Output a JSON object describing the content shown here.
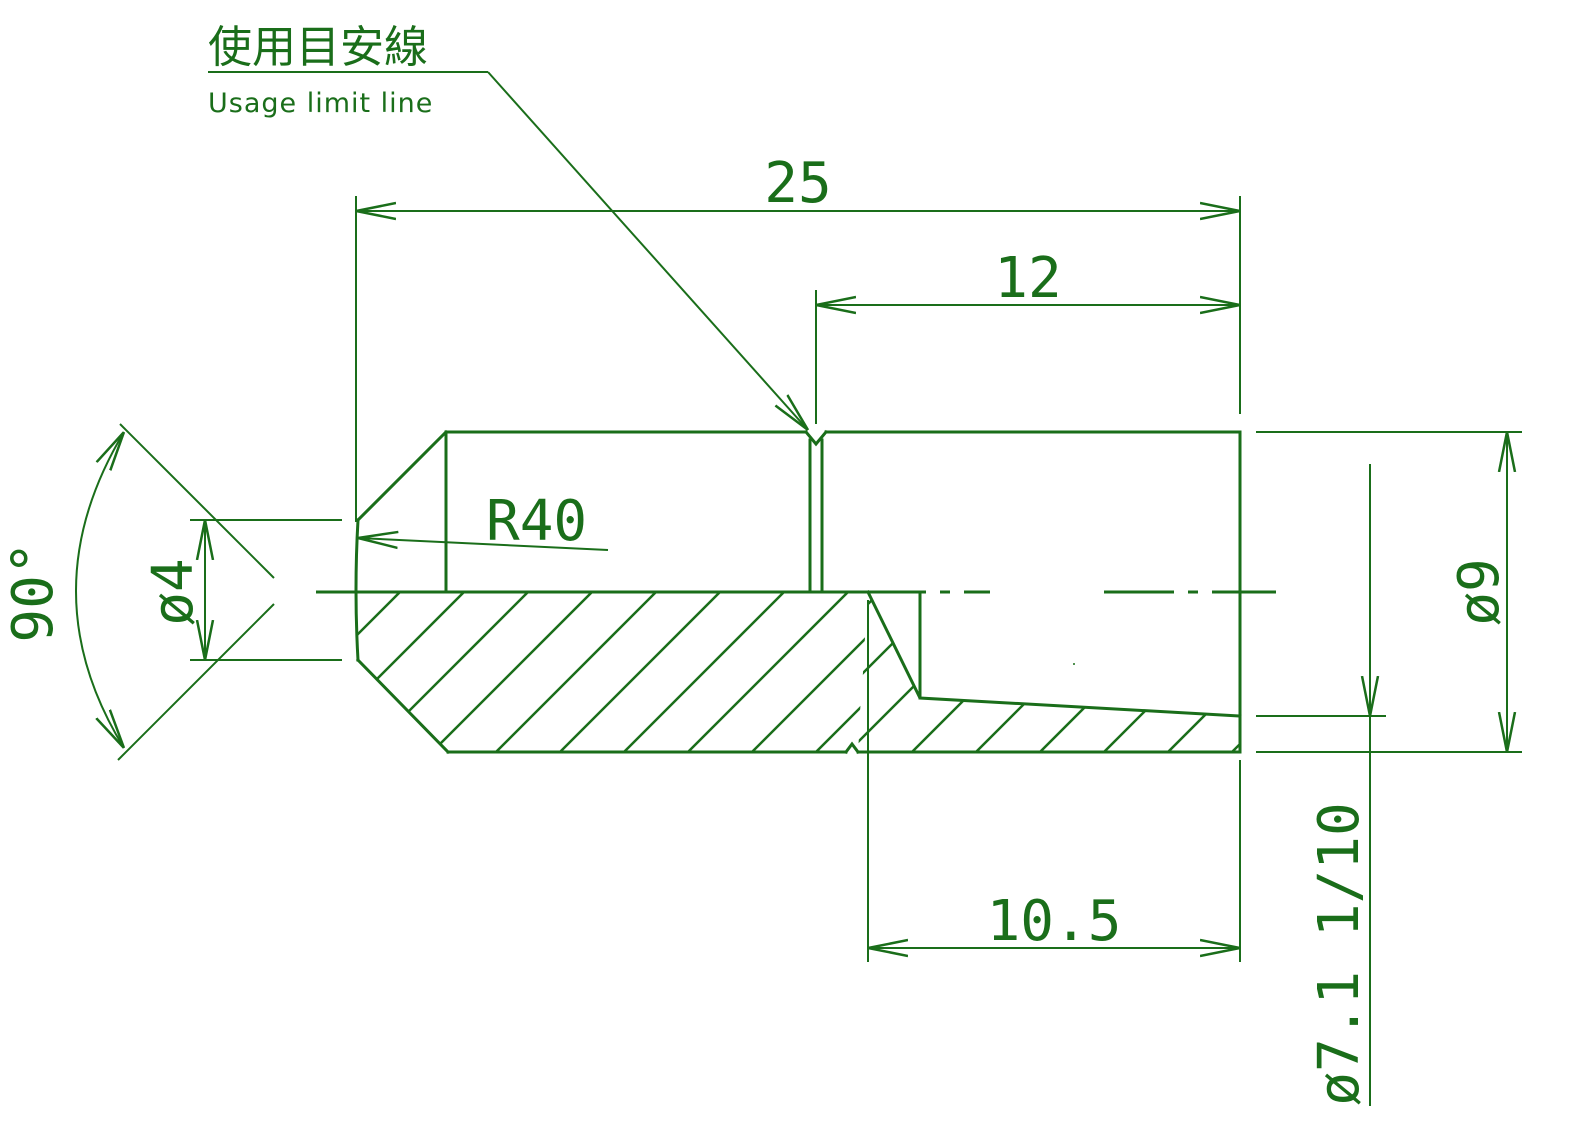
{
  "labels": {
    "usage_jp": "使用目安線",
    "usage_en": "Usage limit line",
    "overall_length": "25",
    "taper_from_mark": "12",
    "taper_length": "10.5",
    "radius": "R40",
    "tip_diameter": "ø4",
    "outer_diameter": "ø9",
    "bore": "ø7.1 1/10",
    "angle": "90°"
  },
  "colors": {
    "line": "#1a6e1a",
    "background": "#ffffff"
  }
}
